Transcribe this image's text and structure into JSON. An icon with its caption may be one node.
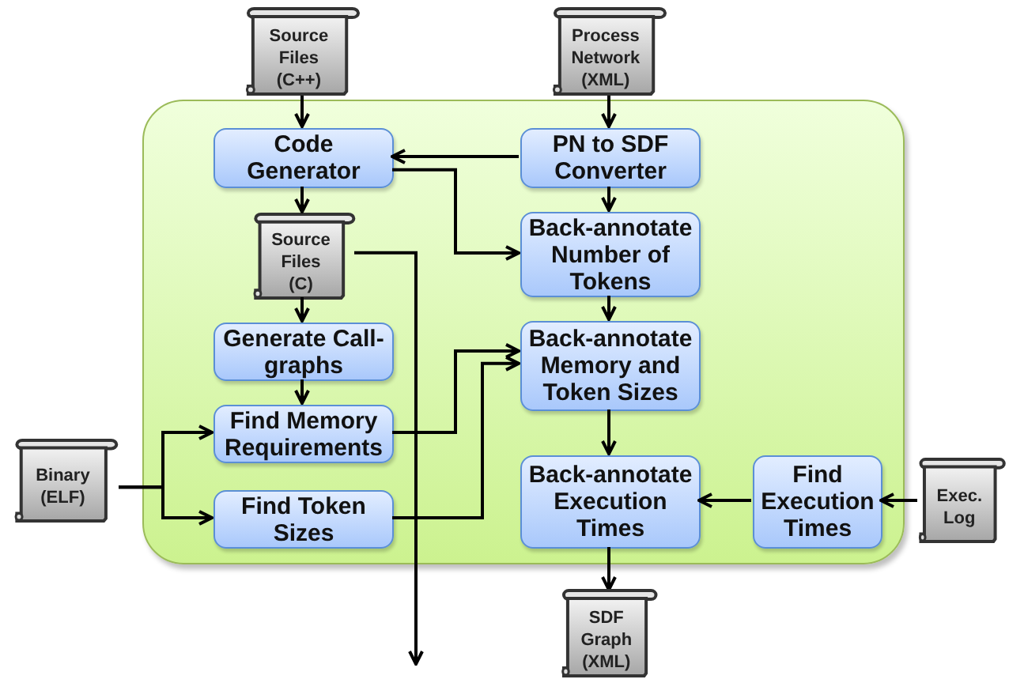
{
  "diagram": {
    "nodes": [
      {
        "text": [],
        "shape": "box"
      },
      {
        "text": [
          "Source Files (C++)"
        ]
      },
      {
        "text": [
          "Process Network (XML)"
        ]
      },
      {
        "text": [
          "Code Generator"
        ],
        "in": 0
      },
      {
        "text": [
          "PN to SDF Converter"
        ],
        "in": 0
      },
      {
        "text": [
          "Source Files (C)"
        ],
        "in": 0
      },
      {
        "text": [
          "Back-annotate Number of Tokens"
        ],
        "in": 0
      },
      {
        "text": [
          "Generate Call-graphs"
        ],
        "in": 0
      },
      {
        "text": [
          "Back-annotate Memory and Token Sizes"
        ],
        "in": 0
      },
      {
        "text": [
          "Find Memory Requirements"
        ],
        "in": 0
      },
      {
        "text": [
          "Binary (ELF)"
        ]
      },
      {
        "text": [
          "Find Token Sizes"
        ],
        "in": 0
      },
      {
        "text": [
          "Back-annotate Execution Times"
        ],
        "in": 0
      },
      {
        "text": [
          "Find Execution Times"
        ],
        "in": 0
      },
      {
        "text": [
          "Exec. Log"
        ]
      },
      {
        "text": [
          "SDF Graph (XML)"
        ]
      }
    ],
    "edges": [
      {
        "from": 1,
        "to": 3,
        "arrow": "to"
      },
      {
        "from": 2,
        "to": 4,
        "arrow": "to"
      },
      {
        "from": 4,
        "to": 3,
        "arrow": "to"
      },
      {
        "from": 3,
        "to": 6,
        "arrow": "to"
      },
      {
        "from": 4,
        "to": 6,
        "arrow": "to"
      },
      {
        "from": 3,
        "to": 5,
        "arrow": "to"
      },
      {
        "from": 5,
        "to": 7,
        "arrow": "to"
      },
      {
        "from": 5,
        "to": null,
        "arrow": "to"
      },
      {
        "from": 7,
        "to": 9,
        "arrow": "to"
      },
      {
        "from": 6,
        "to": 8,
        "arrow": "to"
      },
      {
        "from": 9,
        "to": 8,
        "arrow": "to"
      },
      {
        "from": 11,
        "to": 8,
        "arrow": "to"
      },
      {
        "from": 10,
        "to": 9,
        "arrow": "to"
      },
      {
        "from": 10,
        "to": 11,
        "arrow": "to"
      },
      {
        "from": 8,
        "to": 12,
        "arrow": "to"
      },
      {
        "from": 13,
        "to": 12,
        "arrow": "to"
      },
      {
        "from": 14,
        "to": 13,
        "arrow": "to"
      },
      {
        "from": 12,
        "to": 15,
        "arrow": "to"
      }
    ]
  }
}
